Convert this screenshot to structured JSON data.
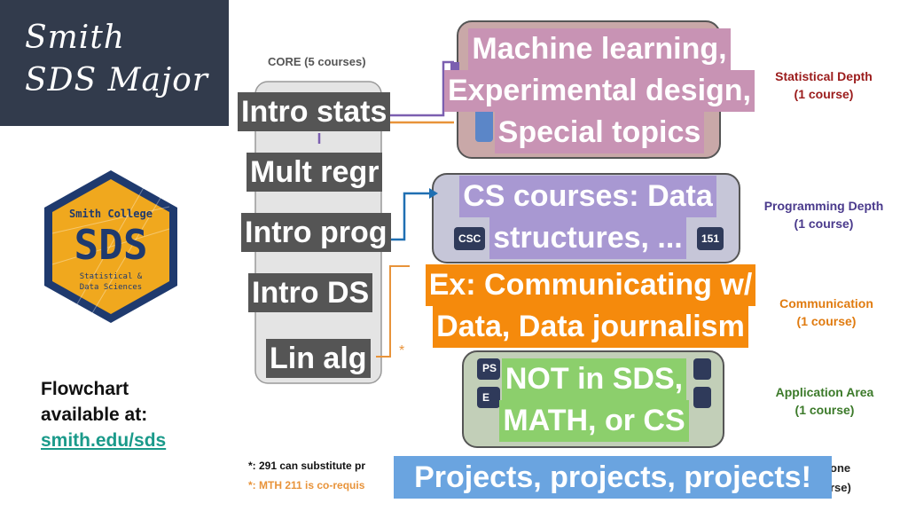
{
  "title": {
    "line1": "Smith",
    "line2": "SDS Major"
  },
  "logo": {
    "top": "Smith College",
    "main": "SDS",
    "sub1": "Statistical &",
    "sub2": "Data Sciences"
  },
  "flowchart": {
    "line1": "Flowchart",
    "line2": "available at:",
    "link": "smith.edu/sds"
  },
  "core": {
    "heading": "CORE (5 courses)",
    "courses": [
      "Intro stats",
      "Mult regr",
      "Intro prog",
      "Intro DS",
      "Lin alg"
    ],
    "asterisk": "*"
  },
  "depth": [
    {
      "title": "Statistical Depth",
      "count": "(1 course)",
      "overlay": [
        "Machine learning,",
        "Experimental design,",
        "Special topics"
      ]
    },
    {
      "title": "Programming Depth",
      "count": "(1 course)",
      "overlay": [
        "CS courses: Data",
        "structures, ..."
      ],
      "tags": [
        "CSC",
        "151"
      ]
    },
    {
      "title": "Communication",
      "count": "(1 course)",
      "overlay": [
        "Ex: Communicating w/",
        "Data, Data journalism"
      ]
    },
    {
      "title": "Application Area",
      "count": "(1 course)",
      "overlay": [
        "NOT in SDS,",
        "MATH, or CS"
      ],
      "tags": [
        "PS",
        "E"
      ]
    }
  ],
  "footnotes": {
    "note1": "*: 291 can substitute pr",
    "note2": "*: MTH 211 is co-requis",
    "right1": "one",
    "right2": "rse)"
  },
  "capstone": "Projects, projects, projects!",
  "colors": {
    "panel": "#323b4c",
    "stat": "#c893b4",
    "prog": "#a898d2",
    "comm": "#f58a0c",
    "app": "#8ccf6c",
    "proj": "#6aa4e0",
    "gray": "#555555"
  }
}
